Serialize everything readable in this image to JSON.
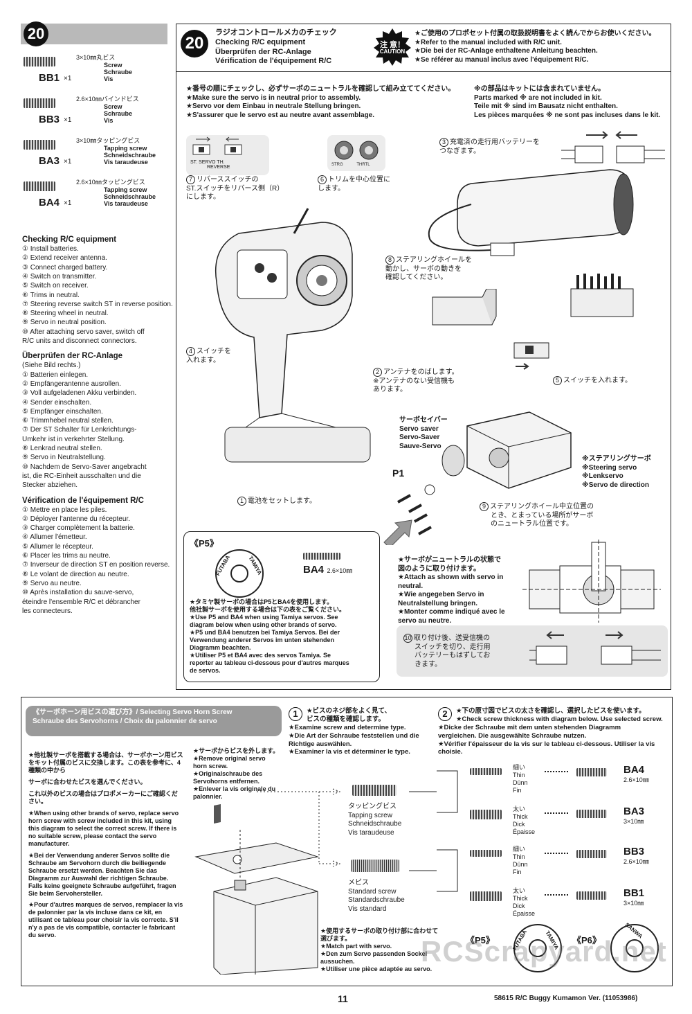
{
  "step": {
    "number": "20"
  },
  "parts": [
    {
      "size": "3×10㎜丸ビス",
      "names": [
        "Screw",
        "Schraube",
        "Vis"
      ],
      "code": "BB1",
      "qty": "×1"
    },
    {
      "size": "2.6×10㎜バインドビス",
      "names": [
        "Screw",
        "Schraube",
        "Vis"
      ],
      "code": "BB3",
      "qty": "×1"
    },
    {
      "size": "3×10㎜タッピングビス",
      "names": [
        "Tapping screw",
        "Schneidschraube",
        "Vis taraudeuse"
      ],
      "code": "BA3",
      "qty": "×1"
    },
    {
      "size": "2.6×10㎜タッピングビス",
      "names": [
        "Tapping screw",
        "Schneidschraube",
        "Vis taraudeuse"
      ],
      "code": "BA4",
      "qty": "×1"
    }
  ],
  "checklists": [
    {
      "title": "Checking R/C equipment",
      "lines": [
        "① Install batteries.",
        "② Extend receiver antenna.",
        "③ Connect charged battery.",
        "④ Switch on transmitter.",
        "⑤ Switch on receiver.",
        "⑥ Trims in neutral.",
        "⑦ Steering reverse switch ST in reverse position.",
        "⑧ Steering wheel in neutral.",
        "⑨ Servo in neutral position.",
        "⑩ After attaching servo saver, switch off",
        "R/C units and disconnect connectors."
      ]
    },
    {
      "title": "Überprüfen der RC-Anlage",
      "lines": [
        "(Siehe Bild rechts.)",
        "① Batterien einlegen.",
        "② Empfängerantenne ausrollen.",
        "③ Voll aufgeladenen Akku verbinden.",
        "④ Sender einschalten.",
        "⑤ Empfänger einschalten.",
        "⑥ Trimmhebel neutral stellen.",
        "⑦ Der ST Schalter für Lenkrichtungs-",
        "Umkehr ist in verkehrter Stellung.",
        "⑧ Lenkrad neutral stellen.",
        "⑨ Servo in Neutralstellung.",
        "⑩ Nachdem de Servo-Saver angebracht",
        "ist, die RC-Einheit ausschalten und die",
        "Stecker abziehen."
      ]
    },
    {
      "title": "Vérification de l'équipement R/C",
      "lines": [
        "① Mettre en place les piles.",
        "② Déployer l'antenne du récepteur.",
        "③ Charger complètement la batterie.",
        "④ Allumer l'émetteur.",
        "⑤ Allumer le récepteur.",
        "⑥ Placer les trims au neutre.",
        "⑦ Inverseur de direction ST en position reverse.",
        "⑧ Le volant de direction au neutre.",
        "⑨ Servo au neutre.",
        "⑩ Après installation du sauve-servo,",
        "éteindre l'ensemble R/C et débrancher",
        "les connecteurs."
      ]
    }
  ],
  "main": {
    "title_jp": "ラジオコントロールメカのチェック",
    "title_en": "Checking R/C equipment",
    "title_de": "Überprüfen der RC-Anlage",
    "title_fr": "Vérification de l'équipement R/C",
    "caution_jp": "注 意！",
    "caution_en": "CAUTION",
    "caution_lines": [
      "★ご使用のプロポセット付属の取扱説明書をよく読んでからお使いください。",
      "★Refer to the manual included with R/C unit.",
      "★Die bei der RC-Anlage enthaltene Anleitung beachten.",
      "★Se référer au manual inclus avec l'équipement R/C."
    ],
    "note_left": [
      "★番号の順にチェックし、必ずサーボのニュートラルを確認して組み立ててください。",
      "★Make sure the servo is in neutral prior to assembly.",
      "★Servo vor dem Einbau in neutrale Stellung bringen.",
      "★S'assurer que le servo est au neutre avant assemblage."
    ],
    "note_right": [
      "※の部品はキットには含まれていません。",
      "Parts marked ※ are not included in kit.",
      "Teile mit ※ sind im Bausatz nicht enthalten.",
      "Les pièces marquées ※ ne sont pas incluses dans le kit."
    ],
    "switch_labels": [
      "ST.",
      "SERVO",
      "TH.",
      "REVERSE"
    ],
    "trim_labels": [
      "STRG",
      "THRTL"
    ],
    "callouts": {
      "c1": "電池をセットします。",
      "c2": [
        "アンテナをのばします。",
        "※アンテナのない受信機も",
        "あります。"
      ],
      "c3": [
        "充電済の走行用バッテリーを",
        "つなぎます。"
      ],
      "c4": [
        "スイッチを",
        "入れます。"
      ],
      "c5": "スイッチを入れます。",
      "c6": [
        "トリムを中心位置に",
        "します。"
      ],
      "c7": [
        "リバーススイッチの",
        "ST.スイッチをリバース側（R）",
        "にします。"
      ],
      "c8": [
        "ステアリングホイールを",
        "動かし、サーボの動きを",
        "確認してください。"
      ],
      "c9": [
        "ステアリングホイール中立位置の",
        "とき、とまっている場所がサーボ",
        "のニュートラル位置です。"
      ]
    },
    "servo_saver": [
      "サーボセイバー",
      "Servo saver",
      "Servo-Saver",
      "Sauve-Servo"
    ],
    "steering_servo": [
      "※ステアリングサーボ",
      "※Steering servo",
      "※Lenkservo",
      "※Servo de direction"
    ],
    "p1_label": "P1",
    "p5_box": {
      "title": "《P5》",
      "ba4_code": "BA4",
      "ba4_size": "2.6×10㎜",
      "horn_brands": [
        "FUTABA",
        "TAMIYA"
      ],
      "lines": [
        "★タミヤ製サーボの場合はP5とBA4を使用します。",
        "他社製サーボを使用する場合は下の表をご覧ください。",
        "★Use P5 and BA4 when using Tamiya servos. See",
        "diagram below when using other brands of servo.",
        "★P5 und BA4 benutzen bei Tamiya Servos. Bei der",
        "Verwendung anderer Servos im unten stehenden",
        "Diagramm beachten.",
        "★Utiliser P5 et BA4 avec des servos Tamiya. Se",
        "reporter au tableau ci-dessous pour d'autres marques",
        "de servos."
      ]
    },
    "neutral_note": [
      "★サーボがニュートラルの状態で",
      "図のように取り付けます。",
      "★Attach as shown with servo in",
      "neutral.",
      "★Wie angegeben Servo in",
      "Neutralstellung bringen.",
      "★Monter comme indiqué avec le",
      "servo au neutre."
    ],
    "step10_box": [
      "取り付け後、送受信機の",
      "スイッチを切り、走行用",
      "バッテリーもはずしてお",
      "きます。"
    ]
  },
  "bottom": {
    "heading_jp": "《サーボホーン用ビスの選び方》/ Selecting Servo Horn Screw",
    "heading_sub": "Schraube des Servohorns / Choix du palonnier de servo",
    "left_text": [
      "★他社製サーボを搭載する場合は、サーボホーン用ビスをキット付属のビスに交換します。この表を参考に、4種類の中から",
      "サーボに合わせたビスを選んでください。",
      "これ以外のビスの場合はプロポメーカーにご確認ください。",
      "★When using other brands of servo, replace servo horn screw with screw included in this kit, using this diagram to select the correct screw. If there is no suitable screw, please contact the servo manufacturer.",
      "★Bei der Verwendung anderer Servos sollte die Schraube am Servohorn durch die beiliegende Schraube ersetzt werden. Beachten Sie das Diagramm zur Auswahl der richtigen Schraube. Falls keine geeignete Schraube aufgeführt, fragen Sie beim Servohersteller.",
      "★Pour d'autres marques de servos, remplacer la vis de palonnier par la vis incluse dans ce kit, en utilisant ce tableau pour choisir la vis correcte. S'il n'y a pas de vis compatible, contacter le fabricant du servo."
    ],
    "remove_text": [
      "★サーボからビスを外します。",
      "★Remove original servo",
      "horn screw.",
      "★Originalschraube des",
      "Servohorns entfernen.",
      "★Enlever la vis originale du",
      "palonnier."
    ],
    "step1": {
      "num": "1",
      "lines": [
        "★ビスのネジ部をよく見て、",
        "ビスの種類を確認します。",
        "★Examine screw and determine type.",
        "★Die Art der Schraube feststellen und die",
        "Richtige auswählen.",
        "★Examiner la vis et déterminer le type."
      ]
    },
    "step2": {
      "num": "2",
      "lines": [
        "★下の原寸図でビスの太さを確認し、選択したビスを使います。",
        "★Check screw thickness with diagram below. Use selected screw.",
        "★Dicke der Schraube mit dem unten stehenden Diagramm",
        "vergleichen. Die ausgewählte Schraube nutzen.",
        "★Vérifier l'épaisseur de la vis sur le tableau ci-dessous. Utiliser la vis",
        "choisie."
      ]
    },
    "tapping": [
      "タッピングビス",
      "Tapping screw",
      "Schneidschraube",
      "Vis taraudeuse"
    ],
    "standard": [
      "メビス",
      "Standard screw",
      "Standardschraube",
      "Vis standard"
    ],
    "thickness": [
      {
        "jp": "細い",
        "en": "Thin",
        "de": "Dünn",
        "fr": "Fin",
        "code": "BA4",
        "size": "2.6×10㎜"
      },
      {
        "jp": "太い",
        "en": "Thick",
        "de": "Dick",
        "fr": "Épaisse",
        "code": "BA3",
        "size": "3×10㎜"
      },
      {
        "jp": "細い",
        "en": "Thin",
        "de": "Dünn",
        "fr": "Fin",
        "code": "BB3",
        "size": "2.6×10㎜"
      },
      {
        "jp": "太い",
        "en": "Thick",
        "de": "Dick",
        "fr": "Épaisse",
        "code": "BB1",
        "size": "3×10㎜"
      }
    ],
    "match_text": [
      "★使用するサーボの取り付け部に合わせて",
      "選びます。",
      "★Match part with servo.",
      "★Den zum Servo passenden Sockel",
      "aussuchen.",
      "★Utiliser une pièce adaptée au servo."
    ],
    "p5_label": "《P5》",
    "p6_label": "《P6》",
    "p5_brands": [
      "FUTABA",
      "TAMIYA"
    ],
    "p6_brand": "SANWA"
  },
  "footer": {
    "page": "11",
    "doc": "58615 R/C Buggy Kumamon Ver. (11053986)",
    "watermark": "RCScrapyard.net"
  }
}
